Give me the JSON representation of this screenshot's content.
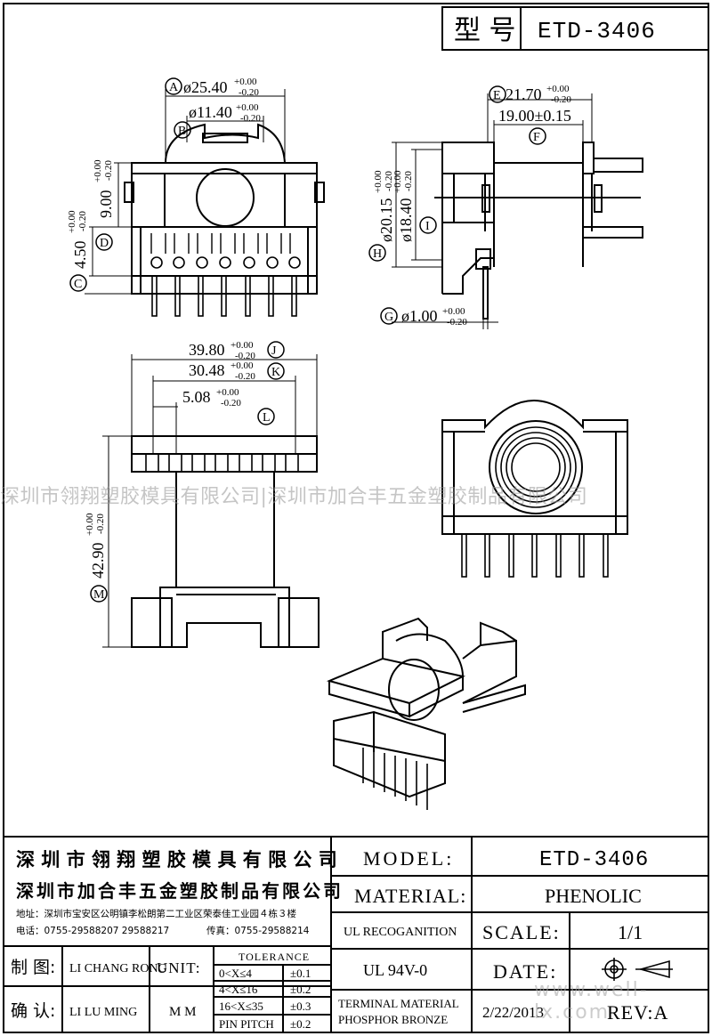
{
  "header": {
    "model_label": "型 号",
    "model_value": "ETD-3406"
  },
  "dimensions": {
    "A": {
      "letter": "A",
      "text": "ø25.40",
      "tol_up": "+0.00",
      "tol_down": "-0.20"
    },
    "B": {
      "letter": "B",
      "text": "ø11.40",
      "tol_up": "+0.00",
      "tol_down": "-0.20"
    },
    "C": {
      "letter": "C"
    },
    "D": {
      "letter": "D",
      "text": "4.50",
      "tol_up": "+0.00",
      "tol_down": "-0.20"
    },
    "H9": {
      "text": "9.00",
      "tol_up": "+0.00",
      "tol_down": "-0.20"
    },
    "E": {
      "letter": "E",
      "text": "21.70",
      "tol_up": "+0.00",
      "tol_down": "-0.20"
    },
    "F": {
      "letter": "F",
      "text": "19.00±0.15"
    },
    "H": {
      "letter": "H",
      "text": "ø20.15",
      "tol_up": "+0.00",
      "tol_down": "-0.20"
    },
    "I": {
      "letter": "I",
      "text": "ø18.40",
      "tol_up": "+0.00",
      "tol_down": "-0.20"
    },
    "G": {
      "letter": "G",
      "text": "ø1.00",
      "tol_up": "+0.00",
      "tol_down": "-0.20"
    },
    "J": {
      "letter": "J",
      "text": "39.80",
      "tol_up": "+0.00",
      "tol_down": "-0.20"
    },
    "K": {
      "letter": "K",
      "text": "30.48",
      "tol_up": "+0.00",
      "tol_down": "-0.20"
    },
    "L": {
      "letter": "L",
      "text": "5.08",
      "tol_up": "+0.00",
      "tol_down": "-0.20"
    },
    "M": {
      "letter": "M",
      "text": "42.90",
      "tol_up": "+0.00",
      "tol_down": "-0.20"
    }
  },
  "watermark": {
    "text": "深圳市翎翔塑胶模具有限公司|深圳市加合丰五金塑胶制品有限公司",
    "site": "www.well-lx.com"
  },
  "title_block": {
    "company1": "深 圳 市 翎 翔 塑 胶 模 具 有 限 公 司",
    "company2": "深圳市加合丰五金塑胶制品有限公司",
    "address": "地址：深圳市宝安区公明镇李松朗第二工业区荣泰佳工业园４栋３楼",
    "phone": "电话：0755-29588207  29588217",
    "fax": "传真：0755-29588214",
    "model_label": "MODEL:",
    "model_value": "ETD-3406",
    "material_label": "MATERIAL:",
    "material_value": "PHENOLIC",
    "ul_label": "UL RECOGANITION",
    "ul_value": "UL 94V-0",
    "terminal_label1": "TERMINAL MATERIAL",
    "terminal_label2": "PHOSPHOR  BRONZE",
    "scale_label": "SCALE:",
    "scale_value": "1/1",
    "date_label": "DATE:",
    "date_value": "2/22/2013",
    "rev_label": "REV:A",
    "drawn_label": "制 图:",
    "drawn_name": "LI CHANG RONG",
    "check_label": "确 认:",
    "check_name": "LI LU MING",
    "unit_label": "UNIT:",
    "unit_value": "M M",
    "tolerance_title": "TOLERANCE",
    "tolerances": [
      {
        "range": "0<X≤4",
        "value": "±0.1"
      },
      {
        "range": "4<X≤16",
        "value": "±0.2"
      },
      {
        "range": "16<X≤35",
        "value": "±0.3"
      },
      {
        "range": "PIN PITCH",
        "value": "±0.2"
      }
    ]
  }
}
